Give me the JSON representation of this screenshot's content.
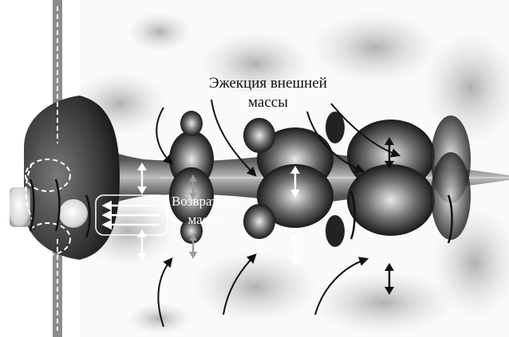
{
  "labels": {
    "ejection_line1": "Эжекция внешней",
    "ejection_line2": "массы",
    "return_line1": "Возвратная",
    "return_line2": "масса"
  },
  "colors": {
    "background": "#ffffff",
    "smoke_light": "#d9d9d9",
    "smoke_mid": "#8c8c8c",
    "smoke_dark": "#2b2b2b",
    "arrow": "#111111",
    "inner_arrow": "#ffffff",
    "label_ejection": "#111111",
    "label_return": "#ffffff"
  }
}
